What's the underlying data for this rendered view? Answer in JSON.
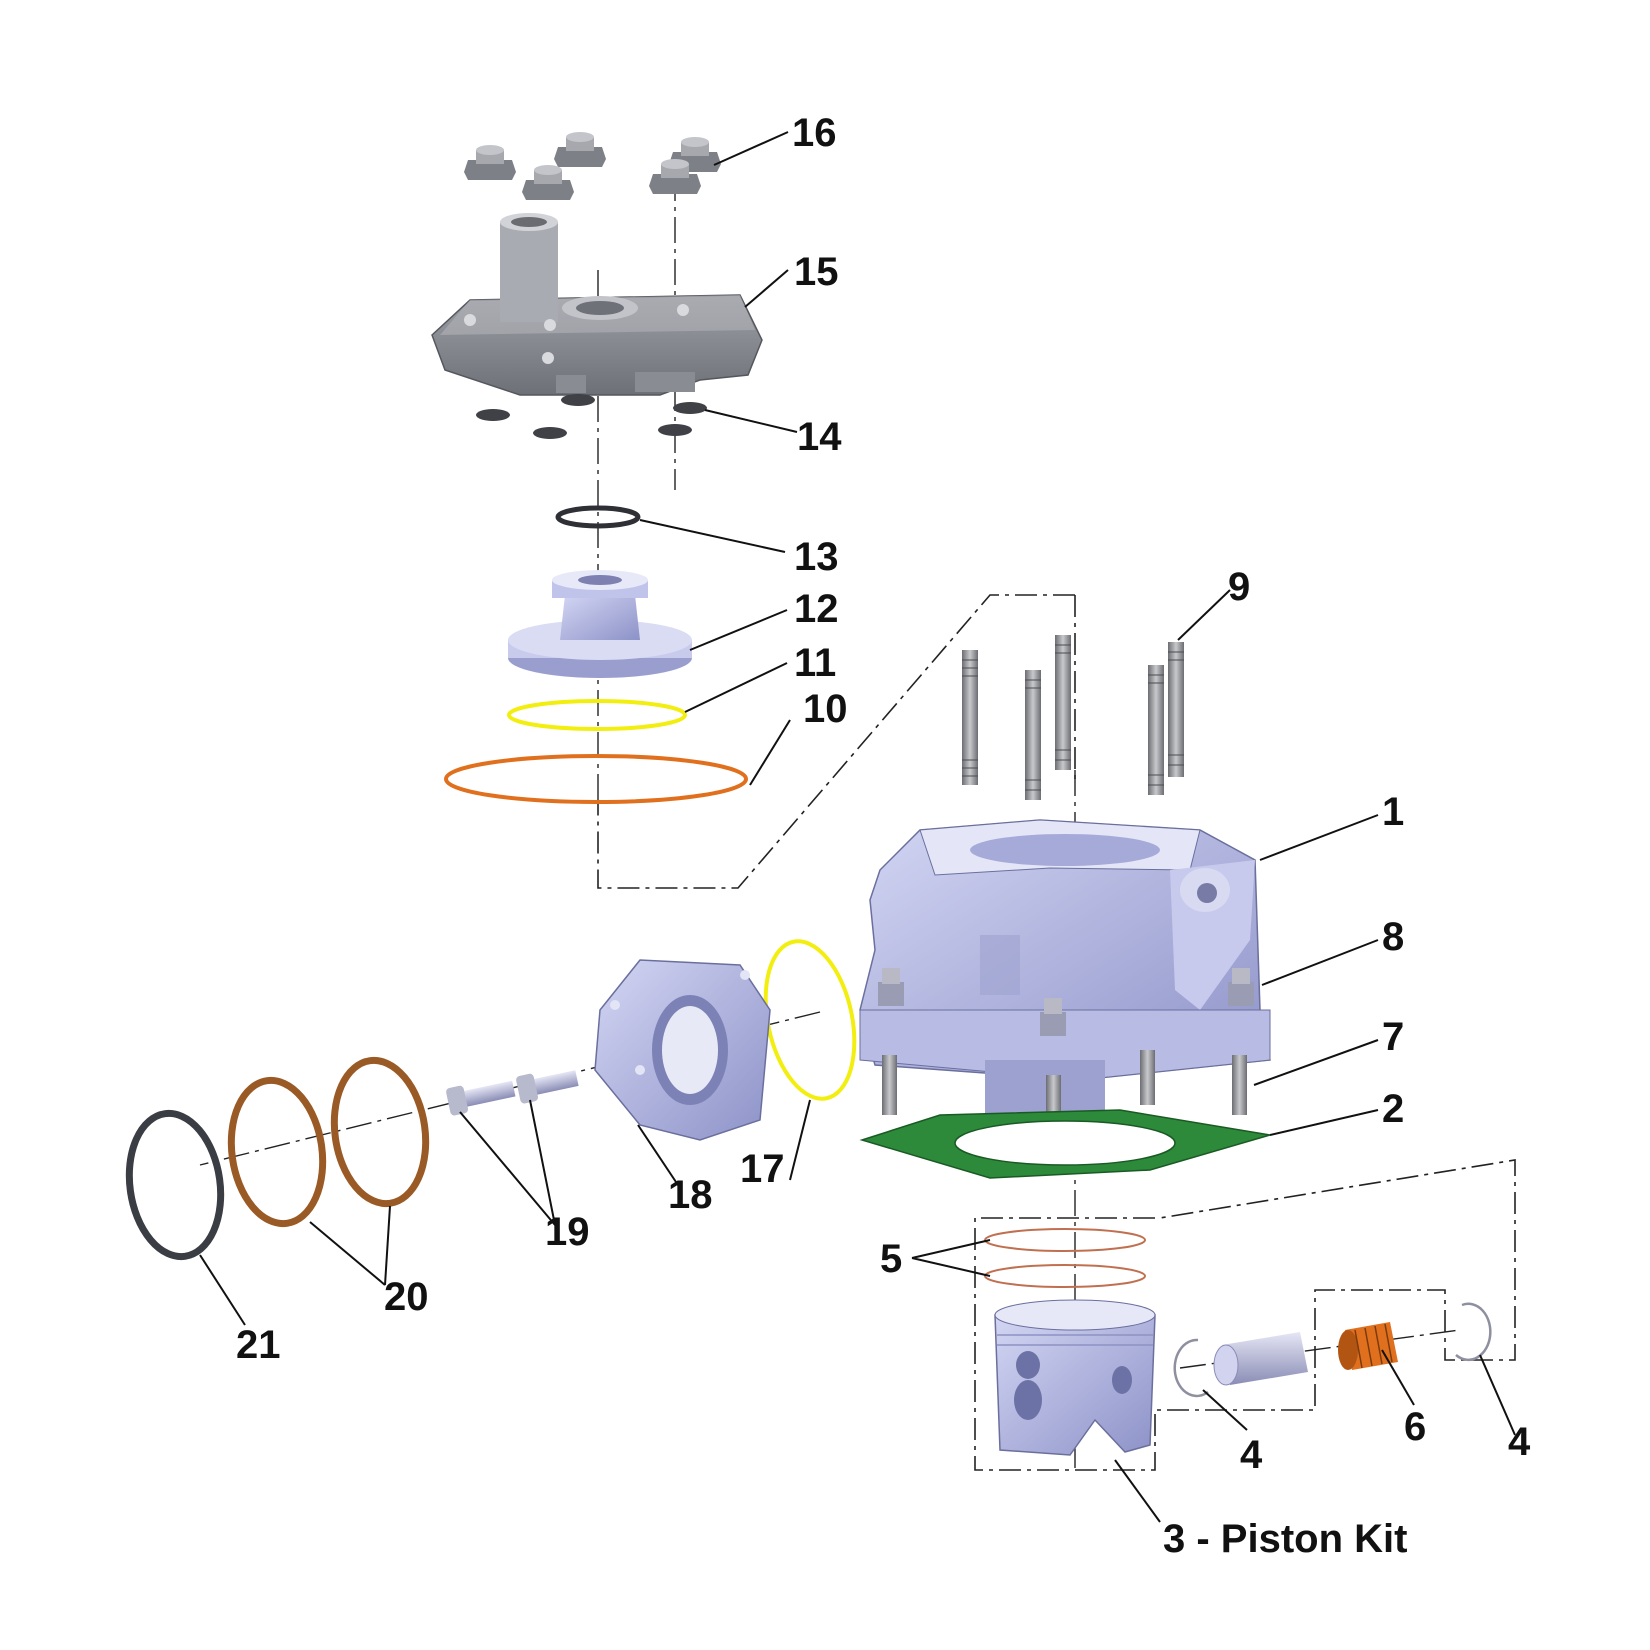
{
  "labels": {
    "p1": "1",
    "p2": "2",
    "p3": "3 - Piston Kit",
    "p4a": "4",
    "p4b": "4",
    "p5": "5",
    "p6": "6",
    "p7": "7",
    "p8": "8",
    "p9": "9",
    "p10": "10",
    "p11": "11",
    "p12": "12",
    "p13": "13",
    "p14": "14",
    "p15": "15",
    "p16": "16",
    "p17": "17",
    "p18": "18",
    "p19": "19",
    "p20": "20",
    "p21": "21"
  },
  "colors": {
    "metal_dark": "#8c8d96",
    "metal_light": "#b9bde8",
    "orange_ring": "#e0701e",
    "yellow_ring": "#f2ee10",
    "gasket_green": "#2d8a3a",
    "bronze_ring": "#9a5a25",
    "dark_ring": "#3a3d44"
  }
}
